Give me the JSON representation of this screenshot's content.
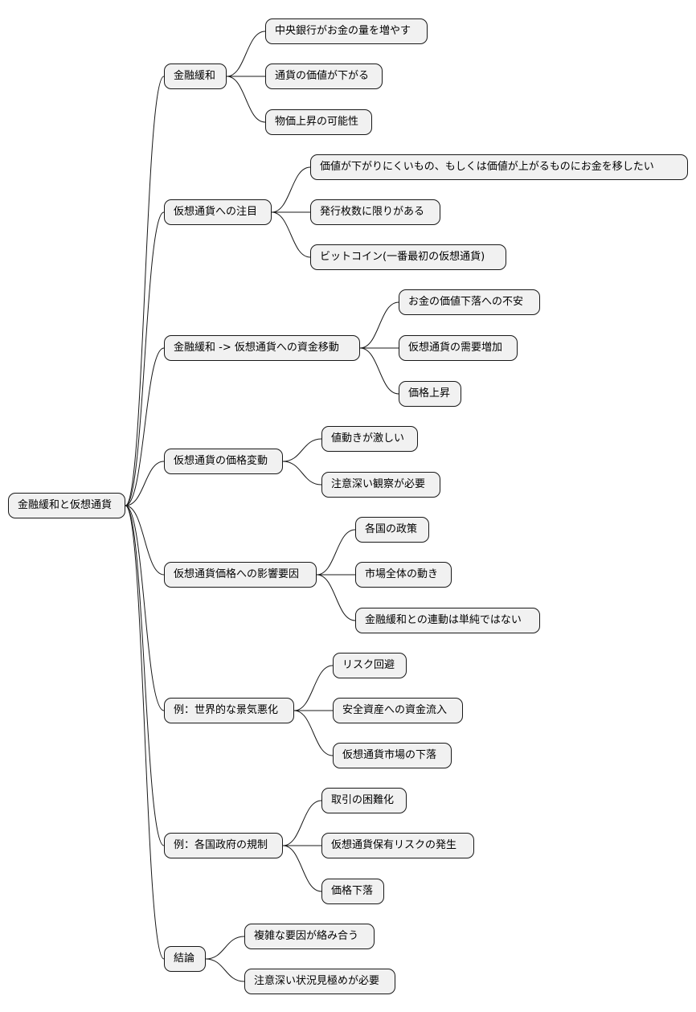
{
  "mindmap": {
    "root": "金融緩和と仮想通貨",
    "branches": [
      {
        "label": "金融緩和",
        "children": [
          "中央銀行がお金の量を増やす",
          "通貨の価値が下がる",
          "物価上昇の可能性"
        ]
      },
      {
        "label": "仮想通貨への注目",
        "children": [
          "価値が下がりにくいもの、もしくは価値が上がるものにお金を移したい",
          "発行枚数に限りがある",
          "ビットコイン(一番最初の仮想通貨)"
        ]
      },
      {
        "label": "金融緩和 -> 仮想通貨への資金移動",
        "children": [
          "お金の価値下落への不安",
          "仮想通貨の需要増加",
          "価格上昇"
        ]
      },
      {
        "label": "仮想通貨の価格変動",
        "children": [
          "値動きが激しい",
          "注意深い観察が必要"
        ]
      },
      {
        "label": "仮想通貨価格への影響要因",
        "children": [
          "各国の政策",
          "市場全体の動き",
          "金融緩和との連動は単純ではない"
        ]
      },
      {
        "label": "例：世界的な景気悪化",
        "children": [
          "リスク回避",
          "安全資産への資金流入",
          "仮想通貨市場の下落"
        ]
      },
      {
        "label": "例：各国政府の規制",
        "children": [
          "取引の困難化",
          "仮想通貨保有リスクの発生",
          "価格下落"
        ]
      },
      {
        "label": "結論",
        "children": [
          "複雑な要因が絡み合う",
          "注意深い状況見極めが必要"
        ]
      }
    ]
  },
  "colors": {
    "node_fill": "#f1f1f1",
    "stroke": "#181818"
  }
}
